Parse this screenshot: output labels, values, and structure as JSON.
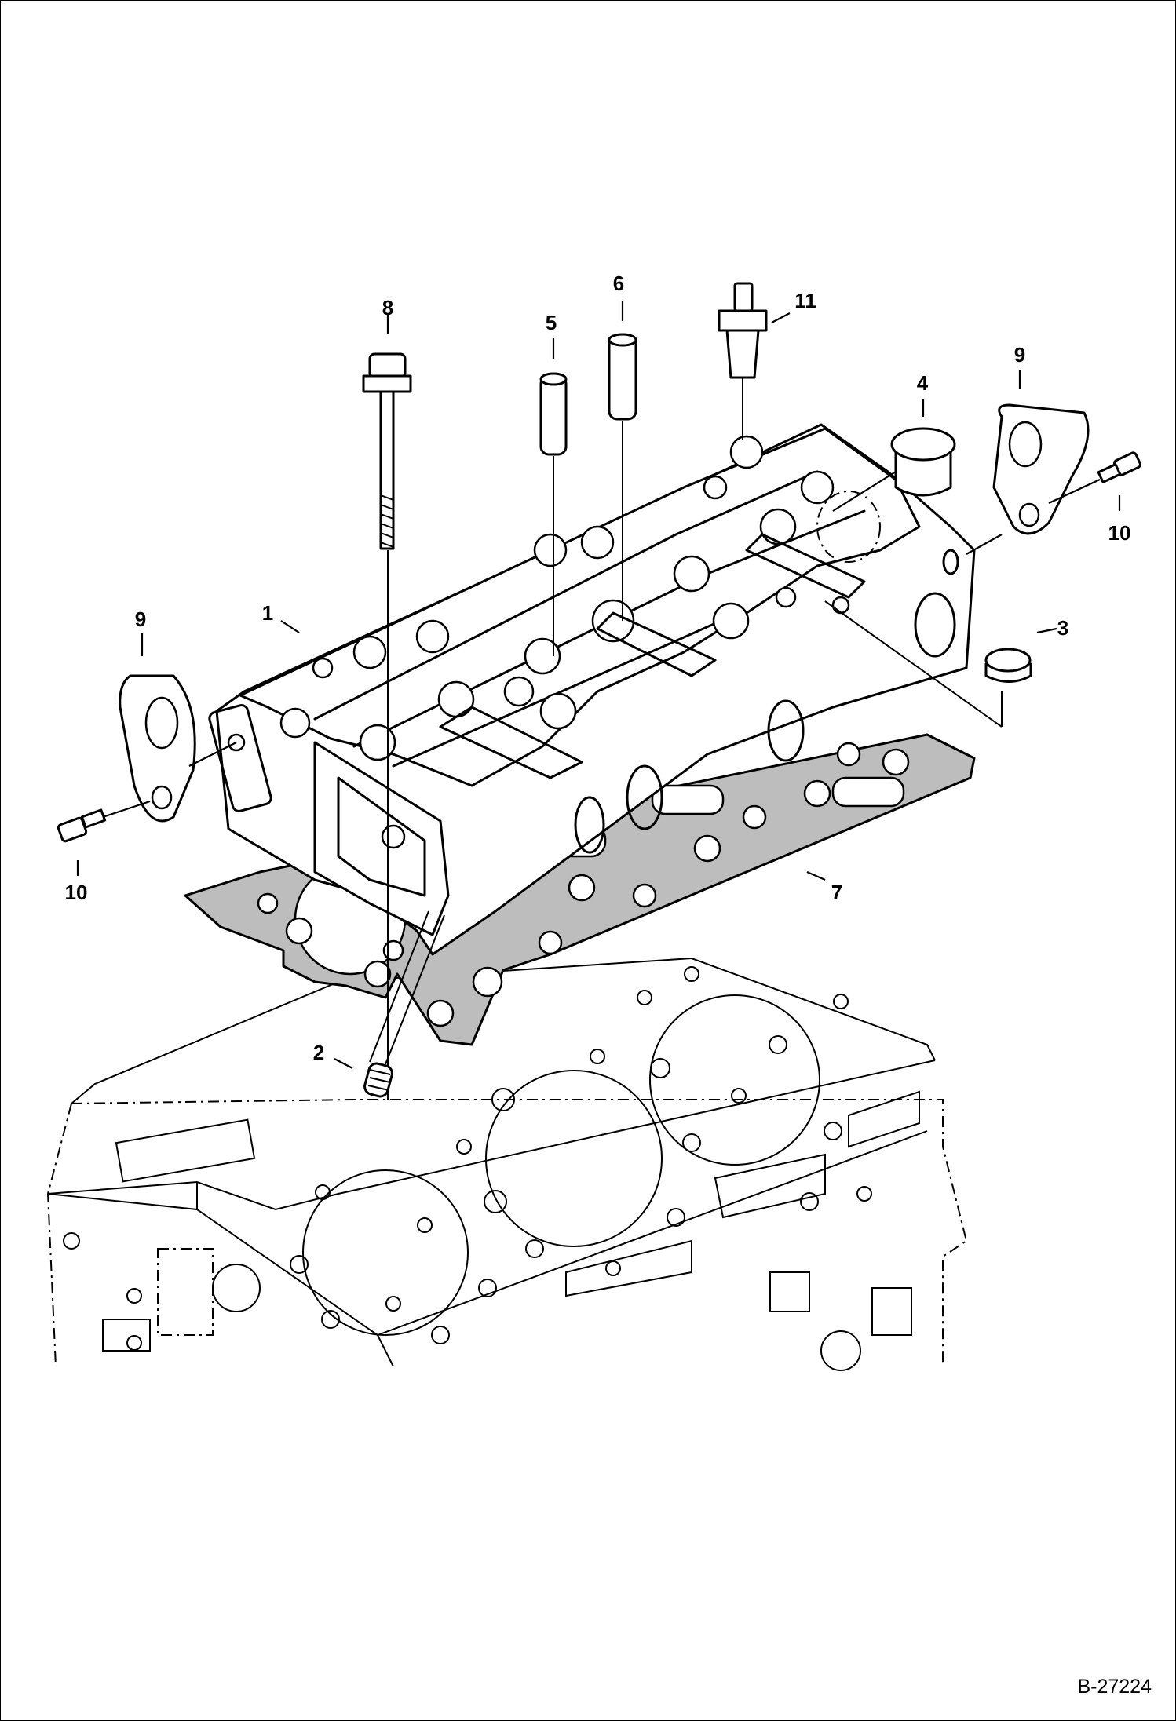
{
  "figure": {
    "id_label": "B-27224"
  },
  "callouts": [
    {
      "key": "c1",
      "text": "1"
    },
    {
      "key": "c2",
      "text": "2"
    },
    {
      "key": "c3",
      "text": "3"
    },
    {
      "key": "c4",
      "text": "4"
    },
    {
      "key": "c5",
      "text": "5"
    },
    {
      "key": "c6",
      "text": "6"
    },
    {
      "key": "c7",
      "text": "7"
    },
    {
      "key": "c8",
      "text": "8"
    },
    {
      "key": "c9a",
      "text": "9"
    },
    {
      "key": "c9b",
      "text": "9"
    },
    {
      "key": "c10a",
      "text": "10"
    },
    {
      "key": "c10b",
      "text": "10"
    },
    {
      "key": "c11",
      "text": "11"
    }
  ]
}
